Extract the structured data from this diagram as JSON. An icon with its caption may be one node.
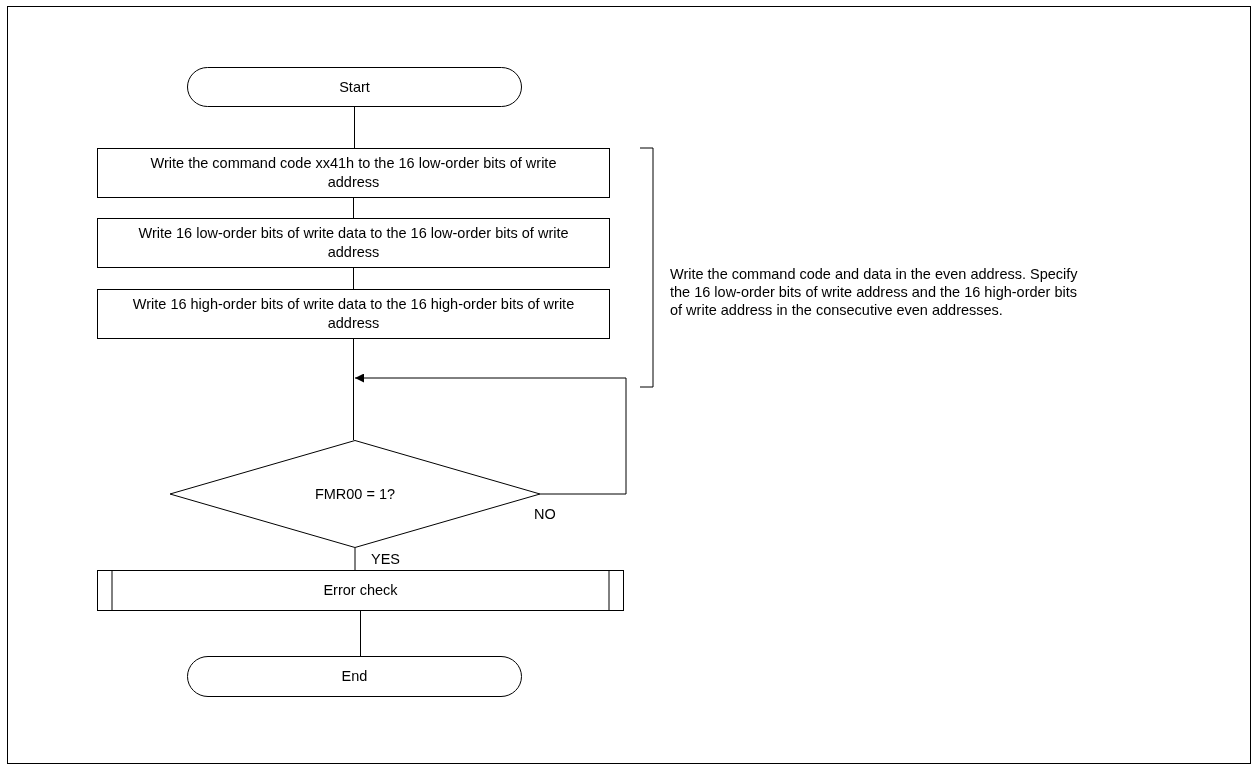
{
  "diagram": {
    "nodes": [
      {
        "text": [
          "Start"
        ]
      },
      {
        "text": [
          "Write the command code xx41h to the 16 low-order bits of write address"
        ]
      },
      {
        "text": [
          "Write 16 low-order bits of write data to the 16 low-order bits of write address"
        ]
      },
      {
        "text": [
          "Write 16 high-order bits of write data to the 16 high-order bits of write address"
        ]
      },
      {
        "text": [
          "FMR00 = 1?"
        ]
      },
      {
        "text": [
          "Error check"
        ]
      },
      {
        "text": [
          "End"
        ]
      }
    ],
    "edges": [
      {
        "from": 0,
        "to": 1,
        "arrow": "none"
      },
      {
        "from": 1,
        "to": 2,
        "arrow": "none"
      },
      {
        "from": 2,
        "to": 3,
        "arrow": "none"
      },
      {
        "from": 3,
        "to": 4,
        "arrow": "none"
      },
      {
        "from": 4,
        "to": null,
        "arrow": "to",
        "label": "NO"
      },
      {
        "from": 4,
        "to": 5,
        "arrow": "none",
        "label": "YES"
      },
      {
        "from": 5,
        "to": 6,
        "arrow": "none"
      }
    ],
    "labels": [
      "Write the command code and data in the even address. Specify the 16 low-order bits of write address and the 16 high-order bits of write address in the consecutive even addresses."
    ]
  }
}
